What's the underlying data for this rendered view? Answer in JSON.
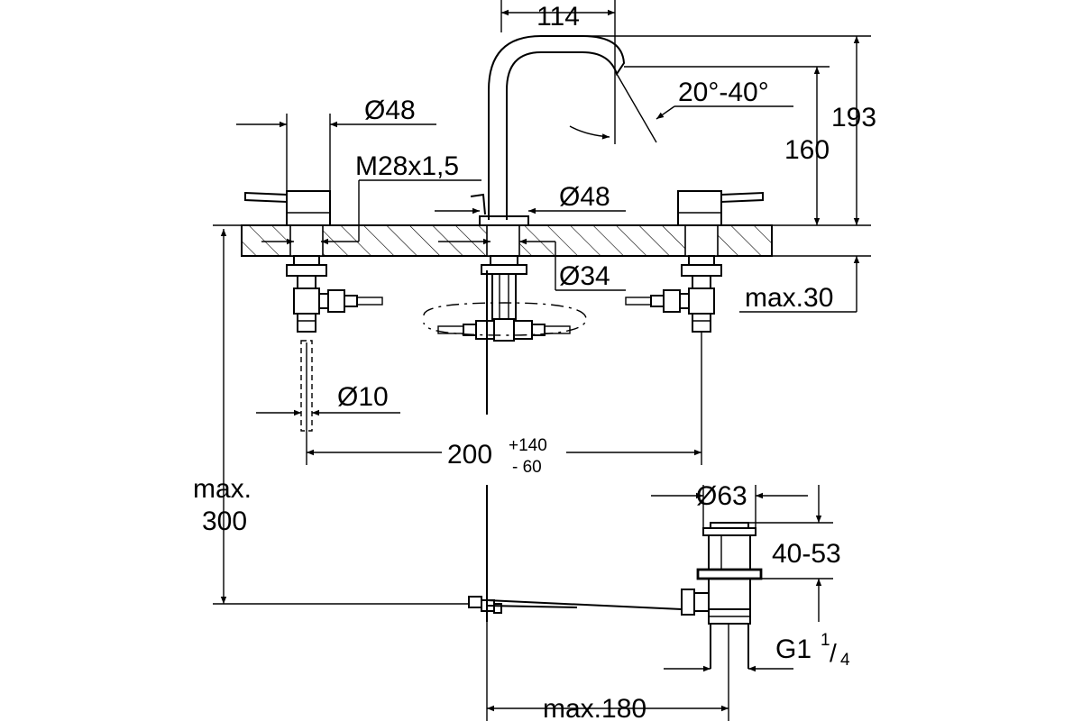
{
  "dimensions": {
    "spout_reach": "114",
    "handle_diameter": "Ø48",
    "thread": "M28x1,5",
    "spout_base_diameter": "Ø48",
    "swivel_angle": "20°-40°",
    "total_height": "193",
    "spout_height": "160",
    "shank_diameter": "Ø34",
    "max_deck_thickness": "max.30",
    "hose_diameter": "Ø10",
    "spread_nominal": "200",
    "spread_tol_plus": "+140",
    "spread_tol_minus": "-  60",
    "max_length_label": "max.",
    "max_length_value": "300",
    "waste_diameter": "Ø63",
    "waste_height": "40-53",
    "waste_thread_main": "G1",
    "waste_thread_num": "1",
    "waste_thread_den": "4",
    "max_rod_length": "max.180"
  },
  "colors": {
    "line": "#000000",
    "background": "#ffffff"
  }
}
